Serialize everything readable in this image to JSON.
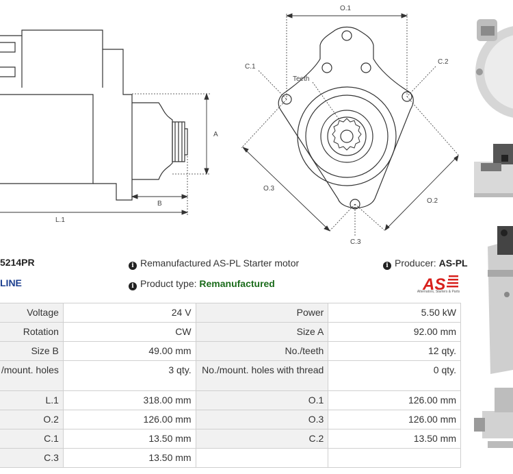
{
  "diagram": {
    "labels": {
      "o1": "O.1",
      "c1": "C.1",
      "c2": "C.2",
      "c3": "C.3",
      "teeth": "Teeth",
      "o3": "O.3",
      "o2": "O.2",
      "a": "A",
      "b": "B",
      "l1": "L.1"
    }
  },
  "product": {
    "part_number": "5214PR",
    "line": "LINE",
    "description": "Remanufactured AS-PL Starter motor",
    "producer_label": "Producer:",
    "producer_value": "AS-PL",
    "type_label": "Product type:",
    "type_value": "Remanufactured",
    "logo_text": "AS",
    "logo_subtitle": "Alternators, Starters & Parts"
  },
  "specs": [
    [
      {
        "label": "Voltage",
        "value": "24 V"
      },
      {
        "label": "Power",
        "value": "5.50 kW"
      }
    ],
    [
      {
        "label": "Rotation",
        "value": "CW"
      },
      {
        "label": "Size A",
        "value": "92.00 mm"
      }
    ],
    [
      {
        "label": "Size B",
        "value": "49.00 mm"
      },
      {
        "label": "No./teeth",
        "value": "12 qty."
      }
    ],
    [
      {
        "label": "/mount. holes",
        "value": "3 qty."
      },
      {
        "label": "No./mount. holes with thread",
        "value": "0 qty."
      }
    ],
    [
      {
        "label": "L.1",
        "value": "318.00 mm"
      },
      {
        "label": "O.1",
        "value": "126.00 mm"
      }
    ],
    [
      {
        "label": "O.2",
        "value": "126.00 mm"
      },
      {
        "label": "O.3",
        "value": "126.00 mm"
      }
    ],
    [
      {
        "label": "C.1",
        "value": "13.50 mm"
      },
      {
        "label": "C.2",
        "value": "13.50 mm"
      }
    ],
    [
      {
        "label": "C.3",
        "value": "13.50 mm"
      },
      {
        "label": "",
        "value": ""
      }
    ]
  ]
}
